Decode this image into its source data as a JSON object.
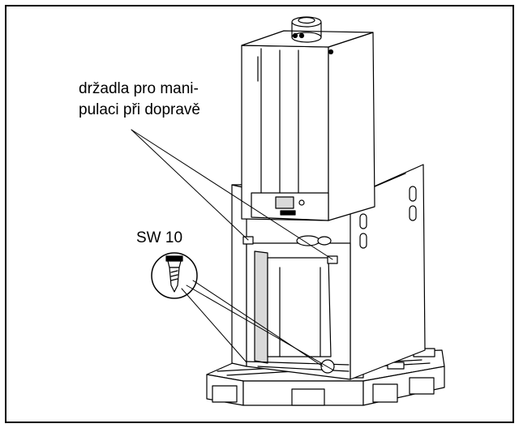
{
  "callouts": {
    "handles_line1": "držadla pro mani-",
    "handles_line2": "pulaci při dopravě",
    "wrench_size": "SW 10"
  },
  "colors": {
    "line": "#000000",
    "fill": "#ffffff",
    "shade": "#d9d9d9"
  }
}
